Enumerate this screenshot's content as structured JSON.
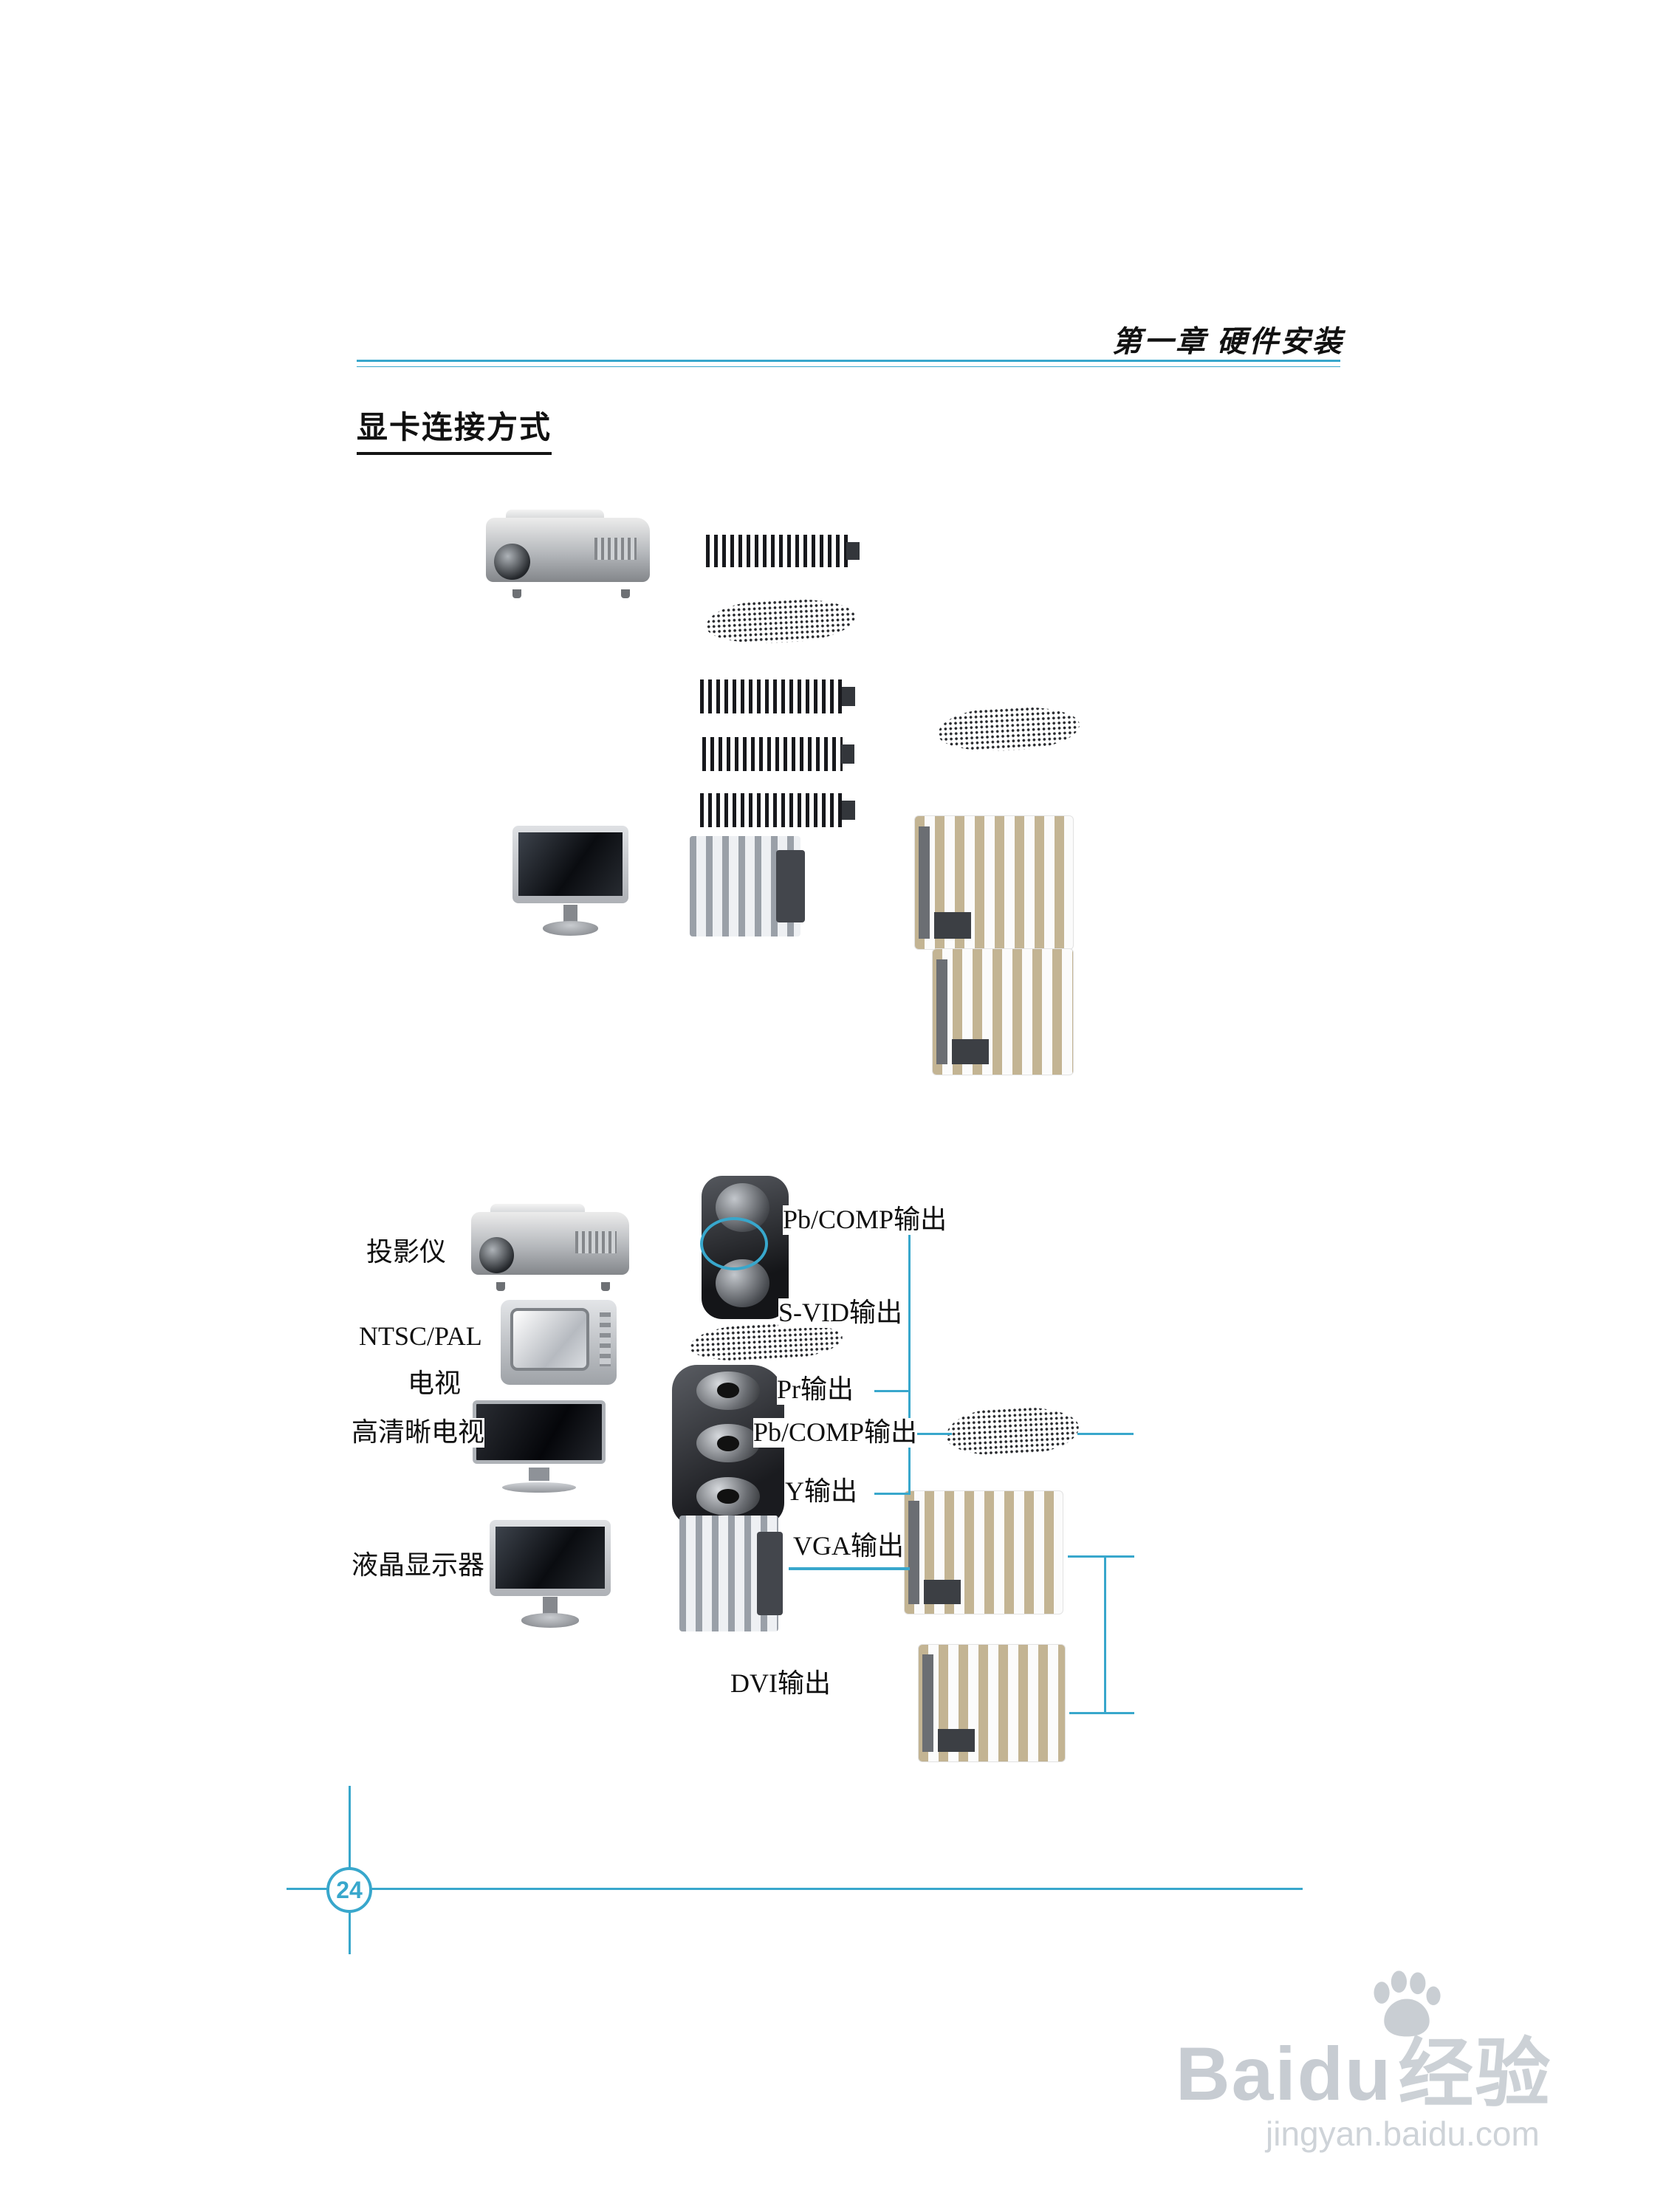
{
  "header": {
    "chapter_title": "第一章  硬件安装"
  },
  "section_title": "显卡连接方式",
  "device_labels": {
    "projector": "投影仪",
    "tv_line1": "NTSC/PAL",
    "tv_line2": "电视",
    "hdtv": "高清晰电视",
    "lcd_monitor": "液晶显示器"
  },
  "output_labels": {
    "pb_comp_svideo": "Pb/COMP输出",
    "s_video": "S-VID输出",
    "pr": "Pr输出",
    "pb_comp_component": "Pb/COMP输出",
    "y": "Y输出",
    "vga": "VGA输出",
    "dvi": "DVI输出"
  },
  "footer": {
    "page_number": "24"
  },
  "watermark": {
    "brand_latin": "Baidu",
    "brand_cjk": "经验",
    "url": "jingyan.baidu.com"
  },
  "colors": {
    "accent": "#38a7cc",
    "ink": "#111111",
    "watermark_gray": "#c9ced3"
  }
}
